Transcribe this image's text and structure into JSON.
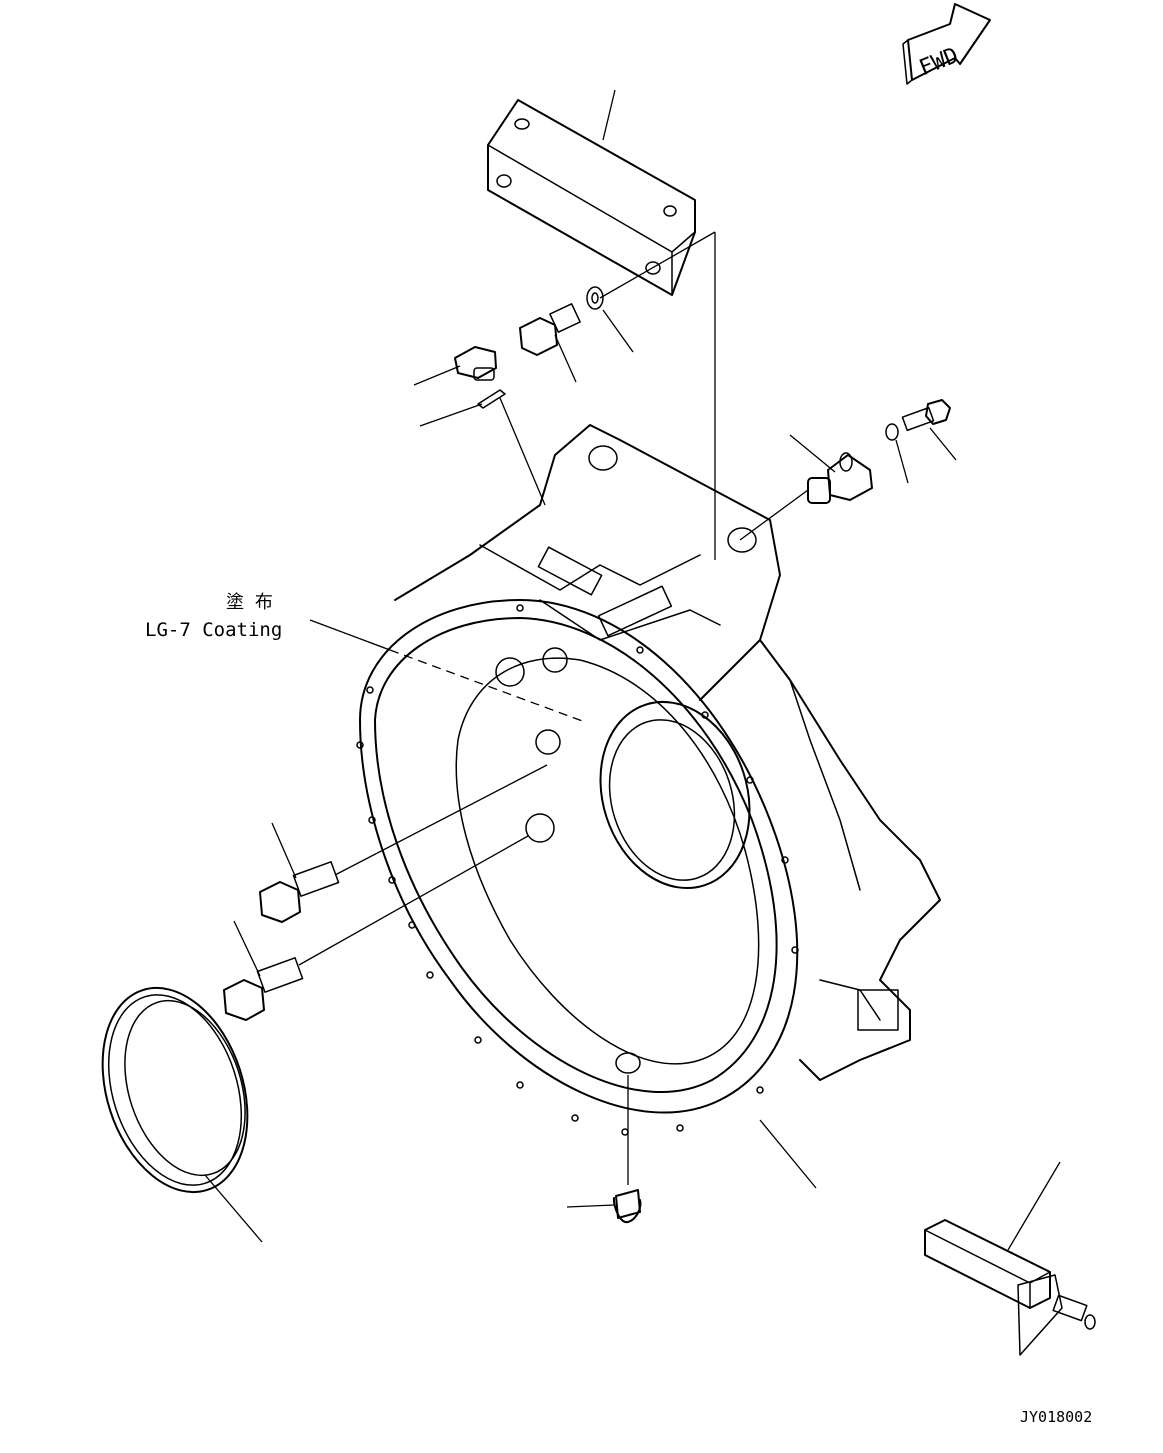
{
  "annotations": {
    "fwd_arrow": "FWD",
    "coating_jp": "塗 布",
    "coating_en": "LG-7 Coating",
    "drawing_id": "JY018002"
  },
  "parts": [
    {
      "name": "mounting-bracket",
      "icon": "bracket-plate-icon"
    },
    {
      "name": "bracket-bolt",
      "icon": "bolt-icon"
    },
    {
      "name": "bracket-washer",
      "icon": "washer-icon"
    },
    {
      "name": "drain-plug",
      "icon": "plug-icon"
    },
    {
      "name": "plug-o-ring",
      "icon": "o-ring-icon"
    },
    {
      "name": "speed-sensor",
      "icon": "sensor-icon"
    },
    {
      "name": "sensor-bolt",
      "icon": "bolt-icon"
    },
    {
      "name": "sensor-washer",
      "icon": "washer-icon"
    },
    {
      "name": "flywheel-housing",
      "icon": "housing-icon"
    },
    {
      "name": "housing-bolt-upper",
      "icon": "bolt-icon"
    },
    {
      "name": "housing-bolt-lower",
      "icon": "bolt-icon"
    },
    {
      "name": "oil-seal",
      "icon": "seal-ring-icon"
    },
    {
      "name": "bottom-plug",
      "icon": "plug-icon"
    },
    {
      "name": "turning-tool",
      "icon": "tool-icon"
    }
  ],
  "colors": {
    "line": "#000000",
    "background": "#ffffff"
  }
}
